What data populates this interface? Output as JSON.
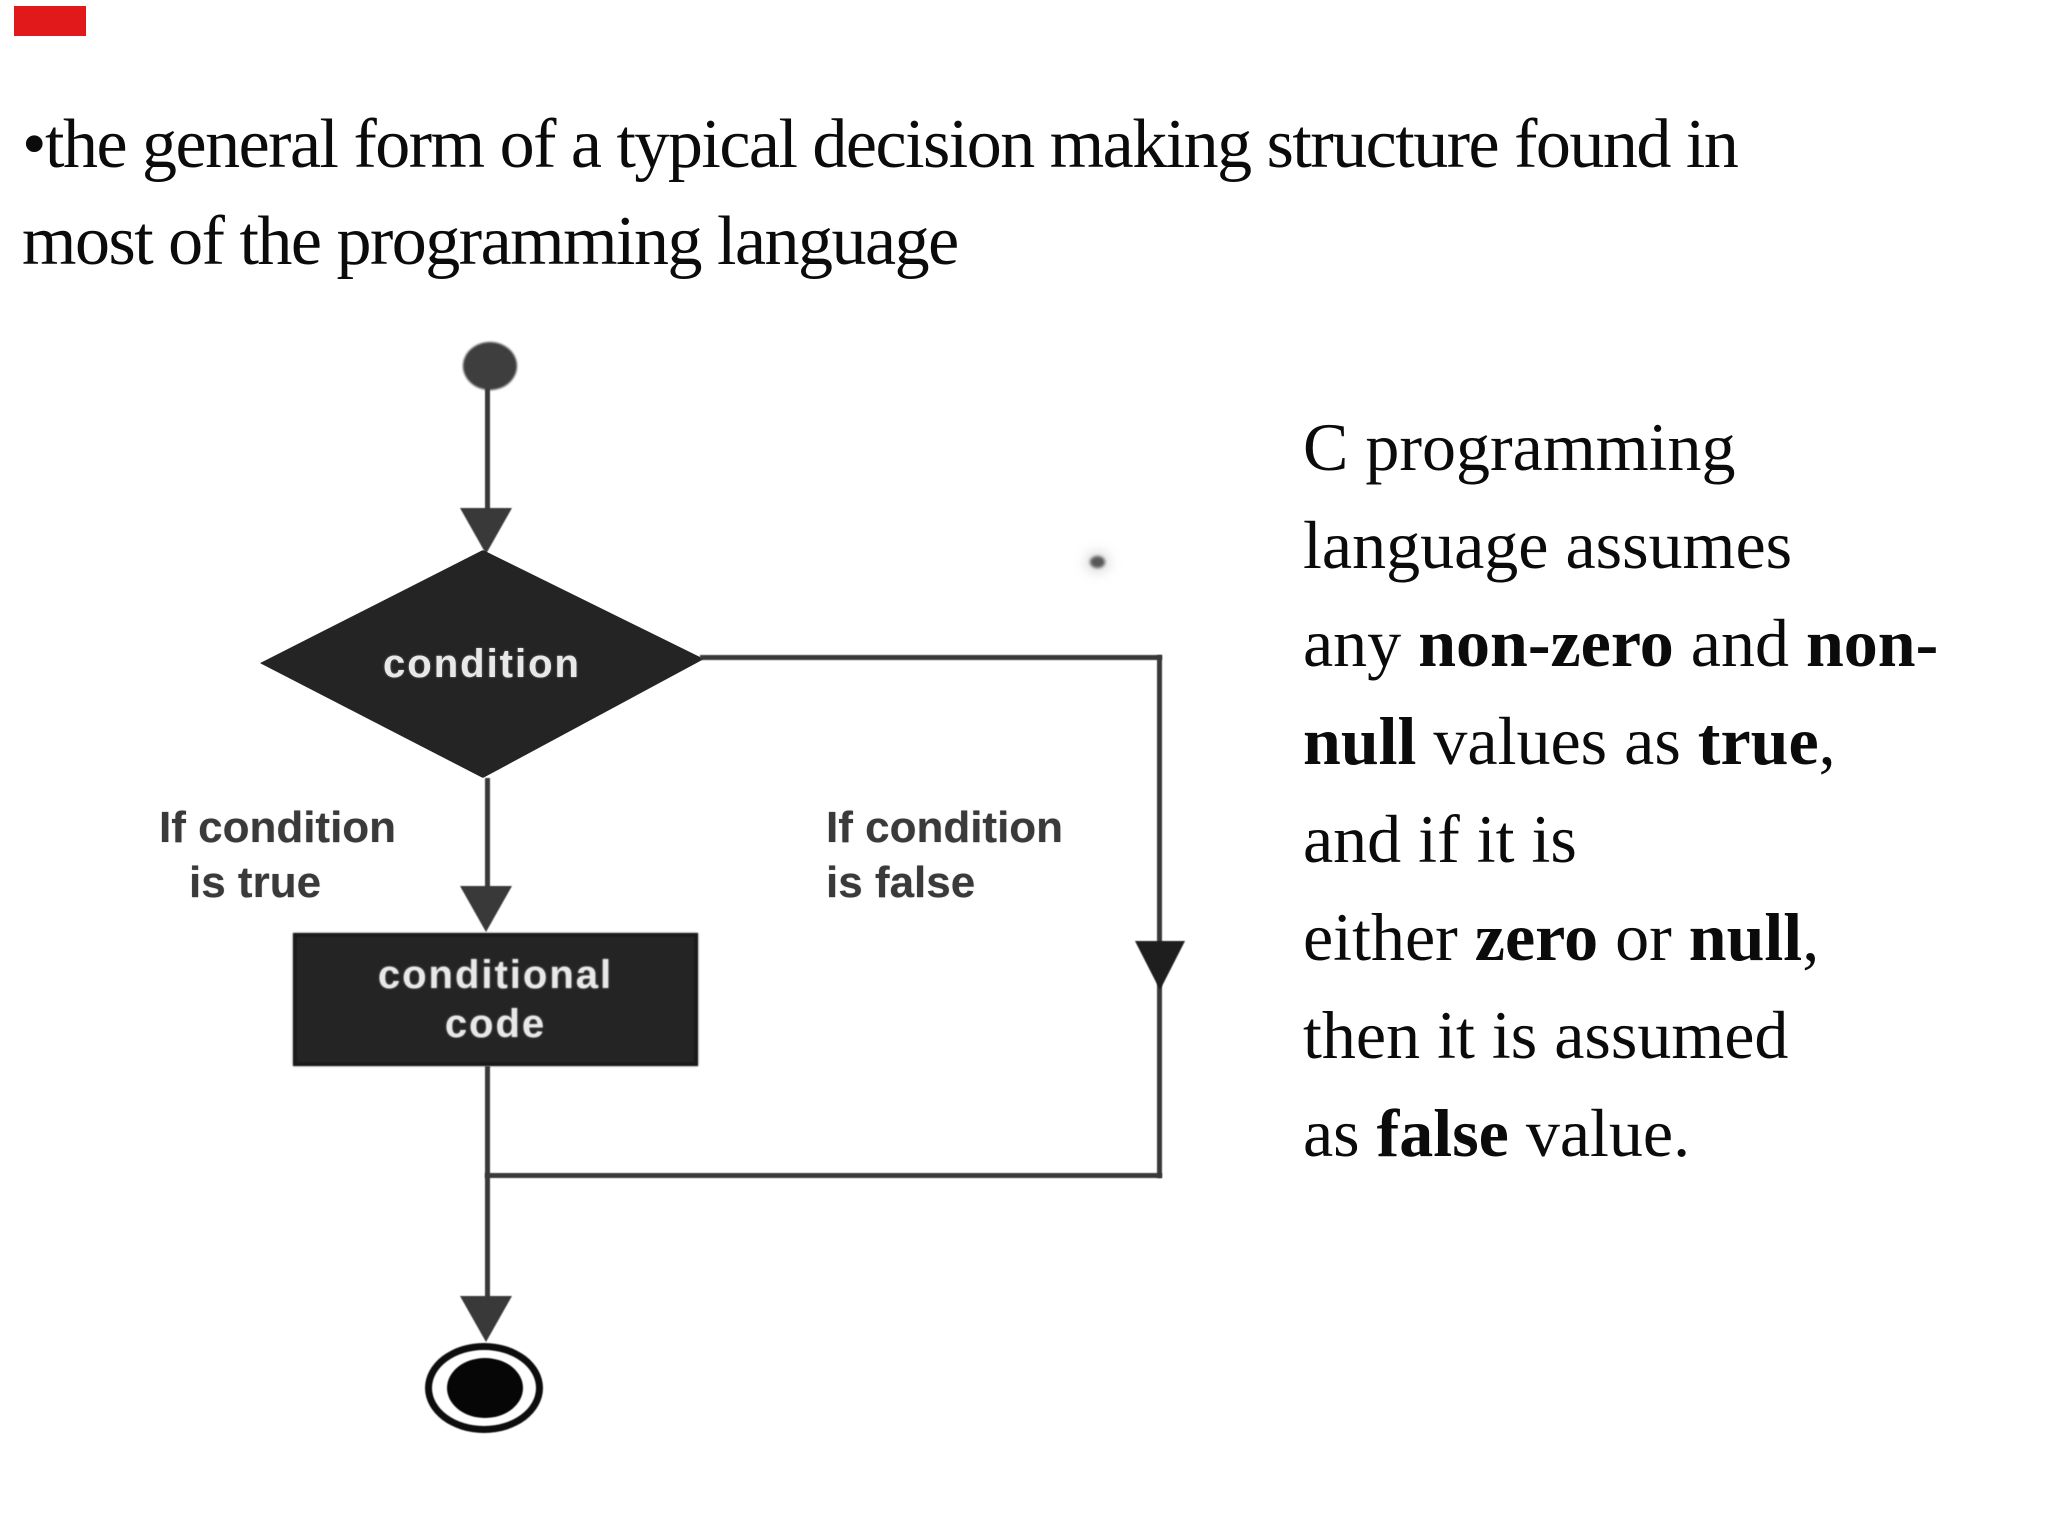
{
  "slide": {
    "background": "#ffffff",
    "text_color": "#0b0b0b"
  },
  "decorations": {
    "red_bar": {
      "color": "#e2191b"
    },
    "noise_dot": {
      "color": "#575757"
    }
  },
  "title": {
    "bullet_glyph": "•",
    "line1": "the general form of a typical decision making structure found in",
    "line2": "most of the programming language"
  },
  "flowchart": {
    "colors": {
      "line": "#393939",
      "arrow_dark": "#1e1e1e",
      "node_fill": "#3e3e3e",
      "shape_fill": "#242424",
      "shape_text": "#e8e8e8",
      "label_text": "#3a3a3a"
    },
    "condition": {
      "label": "condition"
    },
    "true_branch": {
      "label_line1": "If condition",
      "label_line2": "is true"
    },
    "false_branch": {
      "label_line1": "If condition",
      "label_line2": "is false"
    },
    "action_box": {
      "line1": "conditional",
      "line2": "code"
    }
  },
  "side_text": {
    "lines": [
      [
        {
          "t": "C programming"
        }
      ],
      [
        {
          "t": "language assumes"
        }
      ],
      [
        {
          "t": "any "
        },
        {
          "t": "non-zero",
          "b": true
        },
        {
          "t": " and "
        },
        {
          "t": "non-",
          "b": true
        }
      ],
      [
        {
          "t": "null",
          "b": true
        },
        {
          "t": " values as "
        },
        {
          "t": "true",
          "b": true
        },
        {
          "t": ","
        }
      ],
      [
        {
          "t": "and if it is"
        }
      ],
      [
        {
          "t": "either "
        },
        {
          "t": "zero",
          "b": true
        },
        {
          "t": " or "
        },
        {
          "t": "null",
          "b": true
        },
        {
          "t": ","
        }
      ],
      [
        {
          "t": "then it is assumed"
        }
      ],
      [
        {
          "t": "as "
        },
        {
          "t": "false",
          "b": true
        },
        {
          "t": " value."
        }
      ]
    ]
  }
}
